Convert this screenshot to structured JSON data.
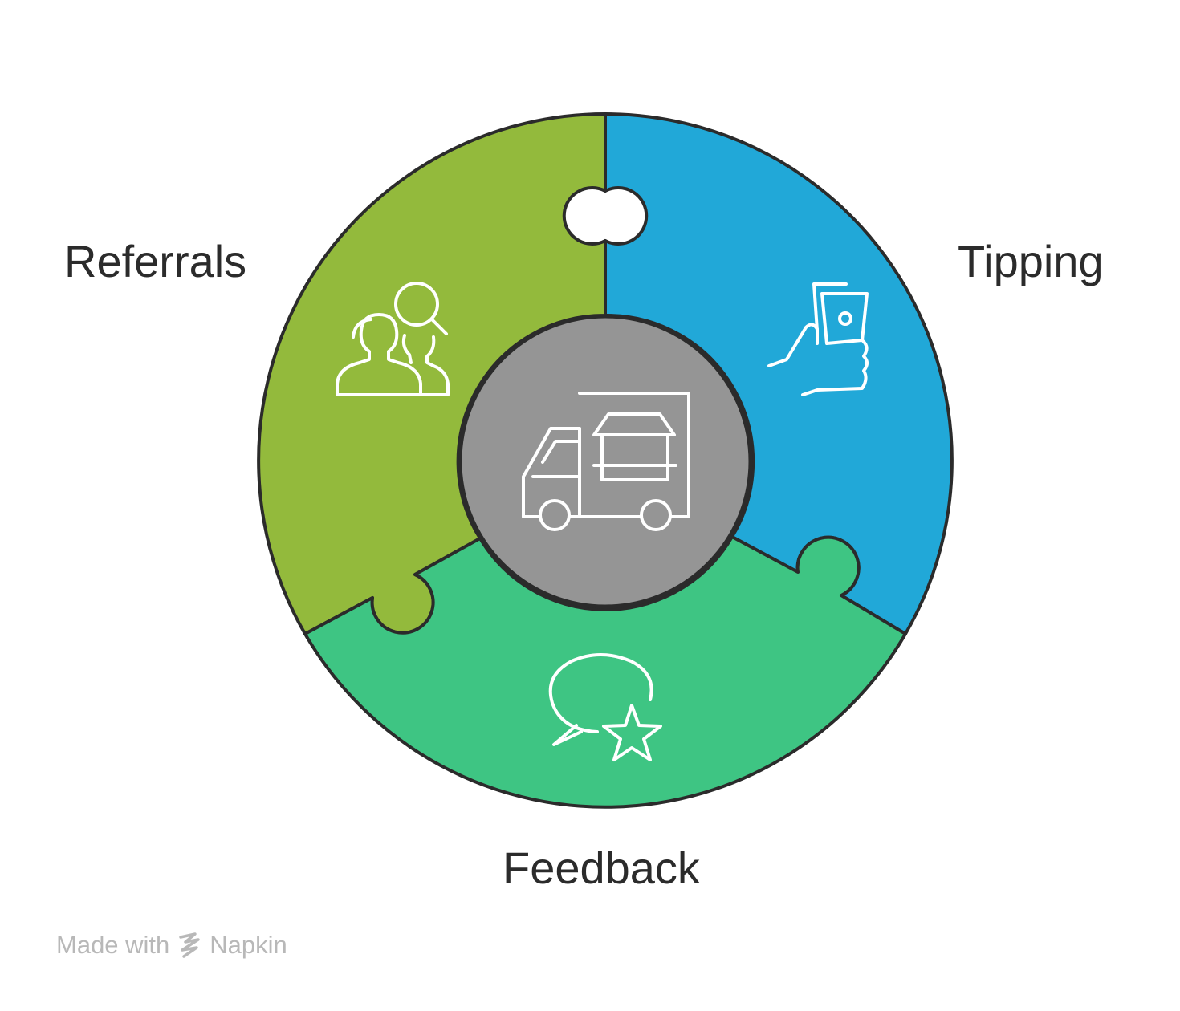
{
  "segments": [
    {
      "id": "referrals",
      "label": "Referrals",
      "color": "#93ba3c",
      "icon": "people-search-icon"
    },
    {
      "id": "tipping",
      "label": "Tipping",
      "color": "#21a8d8",
      "icon": "hand-holding-phone-icon"
    },
    {
      "id": "feedback",
      "label": "Feedback",
      "color": "#3ec583",
      "icon": "chat-star-icon"
    }
  ],
  "center": {
    "color": "#959595",
    "icon": "food-truck-icon"
  },
  "outline_color": "#2b2b2b",
  "icon_color": "#ffffff",
  "watermark": {
    "prefix": "Made with",
    "brand": "Napkin",
    "icon": "napkin-logo-icon"
  }
}
